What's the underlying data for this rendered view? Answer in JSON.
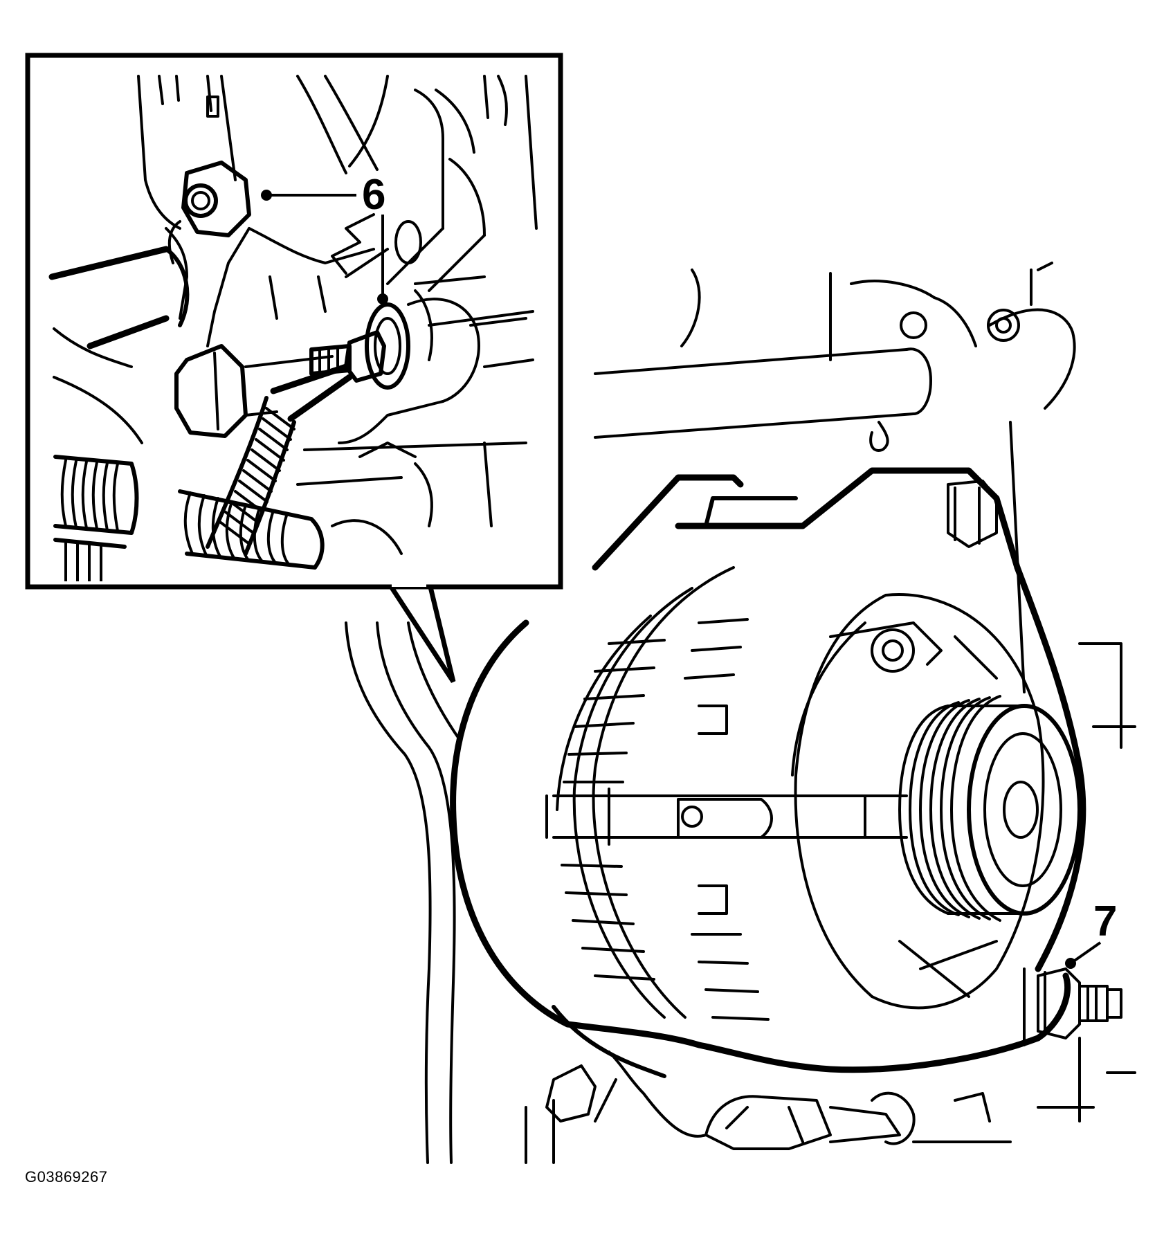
{
  "figure_id": "G03869267",
  "callouts": [
    {
      "label": "6"
    },
    {
      "label": "7"
    }
  ],
  "colors": {
    "line": "#000000",
    "background": "#ffffff"
  }
}
